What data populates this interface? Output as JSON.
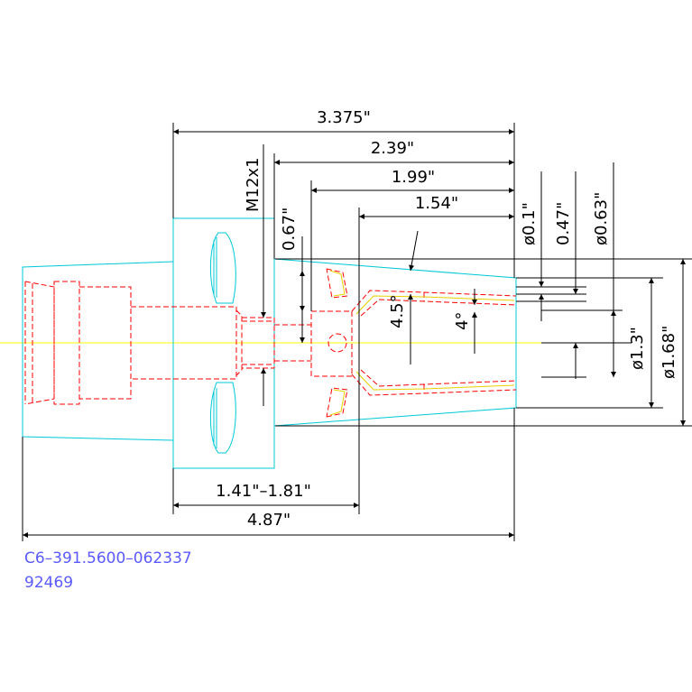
{
  "dimensions": {
    "overall_length_a": "3.375\"",
    "length_b": "2.39\"",
    "length_c": "1.99\"",
    "length_d": "1.54\"",
    "thread": "M12x1",
    "length_e": "0.67\"",
    "dia_small": "ø0.1\"",
    "dia_047": "0.47\"",
    "dia_063": "ø0.63\"",
    "angle_a": "4.5°",
    "angle_b": "4°",
    "dia_13": "ø1.3\"",
    "dia_168": "ø1.68\"",
    "range": "1.41\"–1.81\"",
    "overall_length": "4.87\""
  },
  "part": {
    "number": "C6–391.5600–062337",
    "id": "92469"
  },
  "colors": {
    "outline": "#00c8d8",
    "hidden": "#ff0000",
    "centerline": "#ffff00",
    "part_text": "#5a5aff",
    "dimension": "#000000"
  }
}
